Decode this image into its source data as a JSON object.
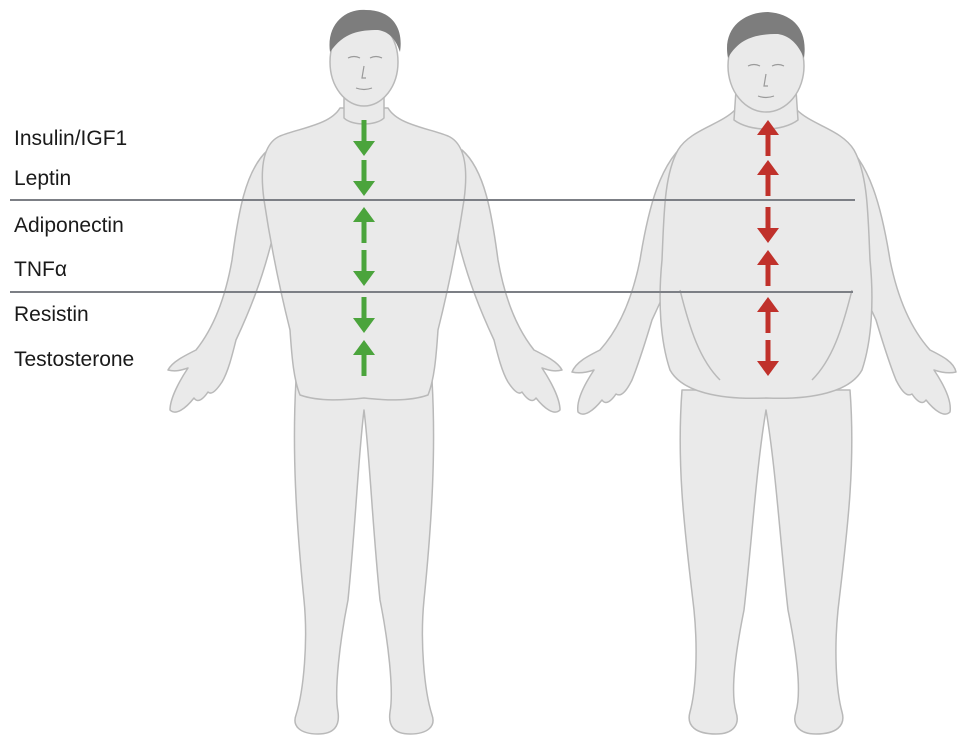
{
  "hormones": [
    {
      "label": "Insulin/IGF1",
      "lean": "down",
      "obese": "up"
    },
    {
      "label": "Leptin",
      "lean": "down",
      "obese": "up"
    },
    {
      "label": "Adiponectin",
      "lean": "up",
      "obese": "down"
    },
    {
      "label": "TNFα",
      "lean": "down",
      "obese": "up"
    },
    {
      "label": "Resistin",
      "lean": "down",
      "obese": "up"
    },
    {
      "label": "Testosterone",
      "lean": "up",
      "obese": "down"
    }
  ],
  "colors": {
    "lean_arrow": "#4ba43c",
    "obese_arrow": "#c0312b",
    "body_fill": "#eaeaea",
    "body_stroke": "#b9b9b9",
    "hair": "#7d7d7d",
    "divider": "#7c7f85"
  }
}
